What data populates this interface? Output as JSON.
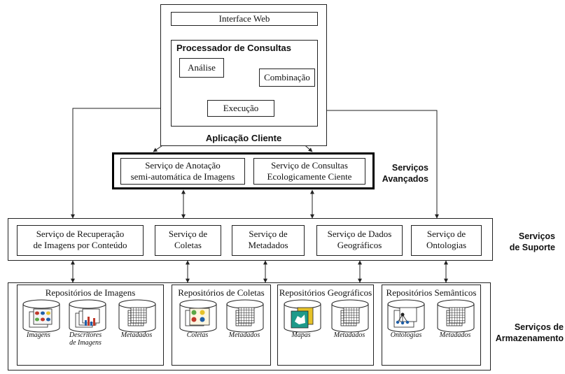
{
  "client": {
    "interface_web": "Interface Web",
    "processor_title": "Processador de Consultas",
    "analise": "Análise",
    "combinacao": "Combinação",
    "execucao": "Execução",
    "client_title": "Aplicação Cliente"
  },
  "advanced": {
    "annotation": "Serviço de Anotação\nsemi-automática de Imagens",
    "ecological": "Serviço de Consultas\nEcologicamente Ciente",
    "label": "Serviços\nAvançados"
  },
  "support": {
    "label": "Serviços\nde Suporte",
    "services": [
      "Serviço de Recuperação\nde Imagens por Conteúdo",
      "Serviço de\nColetas",
      "Serviço de\nMetadados",
      "Serviço de Dados\nGeográficos",
      "Serviço de\nOntologias"
    ]
  },
  "storage": {
    "label": "Serviços de\nArmazenamento",
    "repos": [
      {
        "title": "Repositórios de Imagens",
        "items": [
          "Imagens",
          "Descritores\nde Imagens",
          "Metadados"
        ]
      },
      {
        "title": "Repositórios de Coletas",
        "items": [
          "Coletas",
          "Metadados"
        ]
      },
      {
        "title": "Repositórios Geográficos",
        "items": [
          "Mapas",
          "Metadados"
        ]
      },
      {
        "title": "Repositórios Semânticos",
        "items": [
          "Ontologias",
          "Metadados"
        ]
      }
    ]
  },
  "icons": [
    "butterfly-image-icon",
    "descriptor-chart-icon",
    "metadata-grid-icon",
    "collection-photos-icon",
    "map-icon",
    "ontology-tree-icon"
  ],
  "colors": {
    "line": "#222222",
    "icon_blue": "#1f5fa8",
    "icon_red": "#c0392b",
    "icon_yellow": "#e6c229",
    "icon_teal": "#1e9a8a",
    "icon_green": "#5aa845"
  }
}
